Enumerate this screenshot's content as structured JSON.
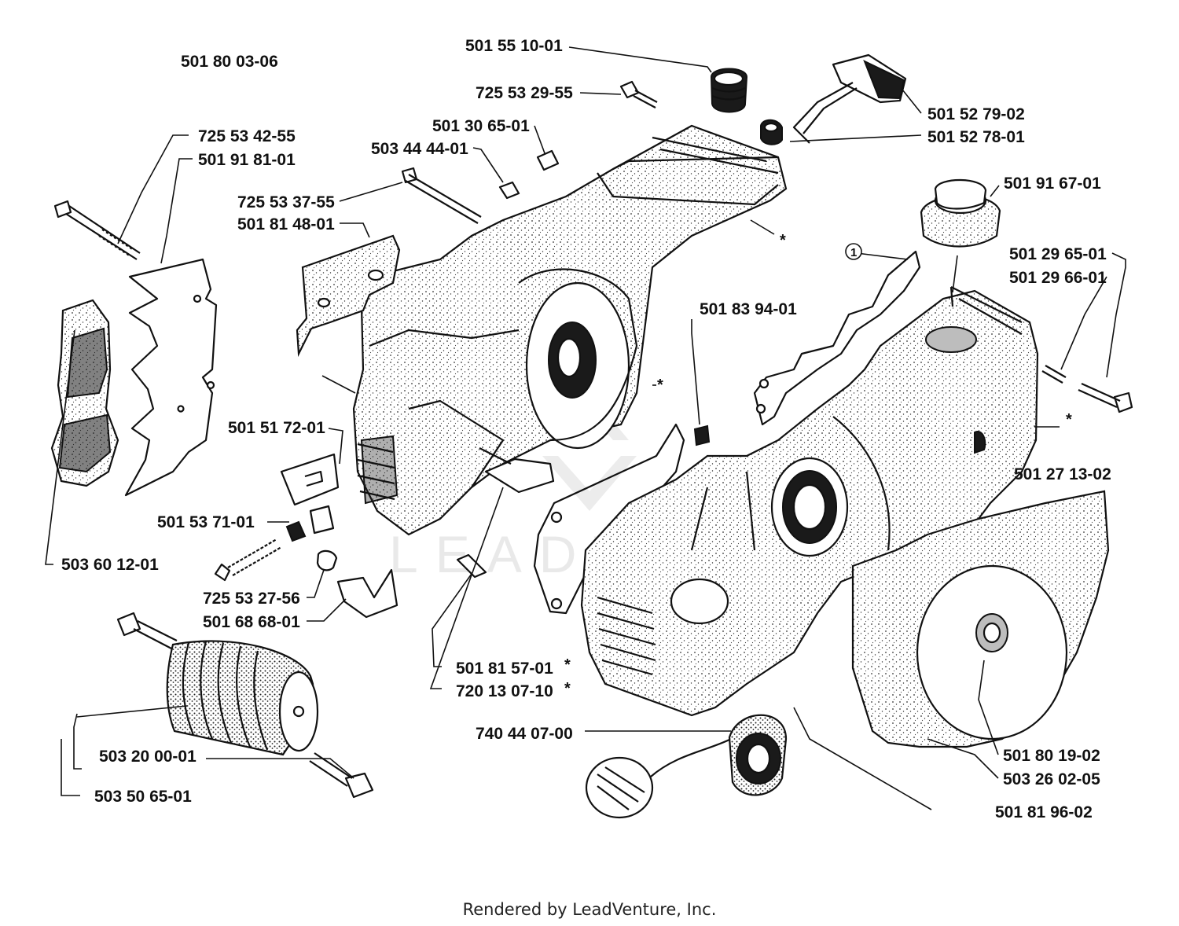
{
  "diagram": {
    "labels": {
      "l_501800306": "501 80 03-06",
      "l_501551001": "501 55 10-01",
      "l_725532955": "725 53 29-55",
      "l_501527902": "501 52 79-02",
      "l_501527801": "501 52 78-01",
      "l_501306501": "501 30 65-01",
      "l_503444401": "503 44 44-01",
      "l_725534255": "725 53 42-55",
      "l_501918101": "501 91 81-01",
      "l_725533755": "725 53 37-55",
      "l_501814801": "501 81 48-01",
      "l_501916701": "501 91 67-01",
      "l_501296501": "501 29 65-01",
      "l_501296601": "501 29 66-01",
      "l_501839401": "501 83 94-01",
      "l_501517201": "501 51 72-01",
      "l_501271302": "501 27 13-02",
      "l_501537101": "501 53 71-01",
      "l_503601201": "503 60 12-01",
      "l_725532756": "725 53 27-56",
      "l_501686801": "501 68 68-01",
      "l_501815701": "501 81 57-01",
      "l_720130710": "720 13 07-10",
      "l_740440700": "740 44 07-00",
      "l_503200001": "503 20 00-01",
      "l_501801902": "501 80 19-02",
      "l_503260205": "503 26 02-05",
      "l_503506501": "503 50 65-01",
      "l_501819602": "501 81 96-02"
    },
    "asterisk": "*",
    "circled_ref": "1",
    "watermark": "LEADVENTURE"
  },
  "footer": "Rendered by LeadVenture, Inc."
}
